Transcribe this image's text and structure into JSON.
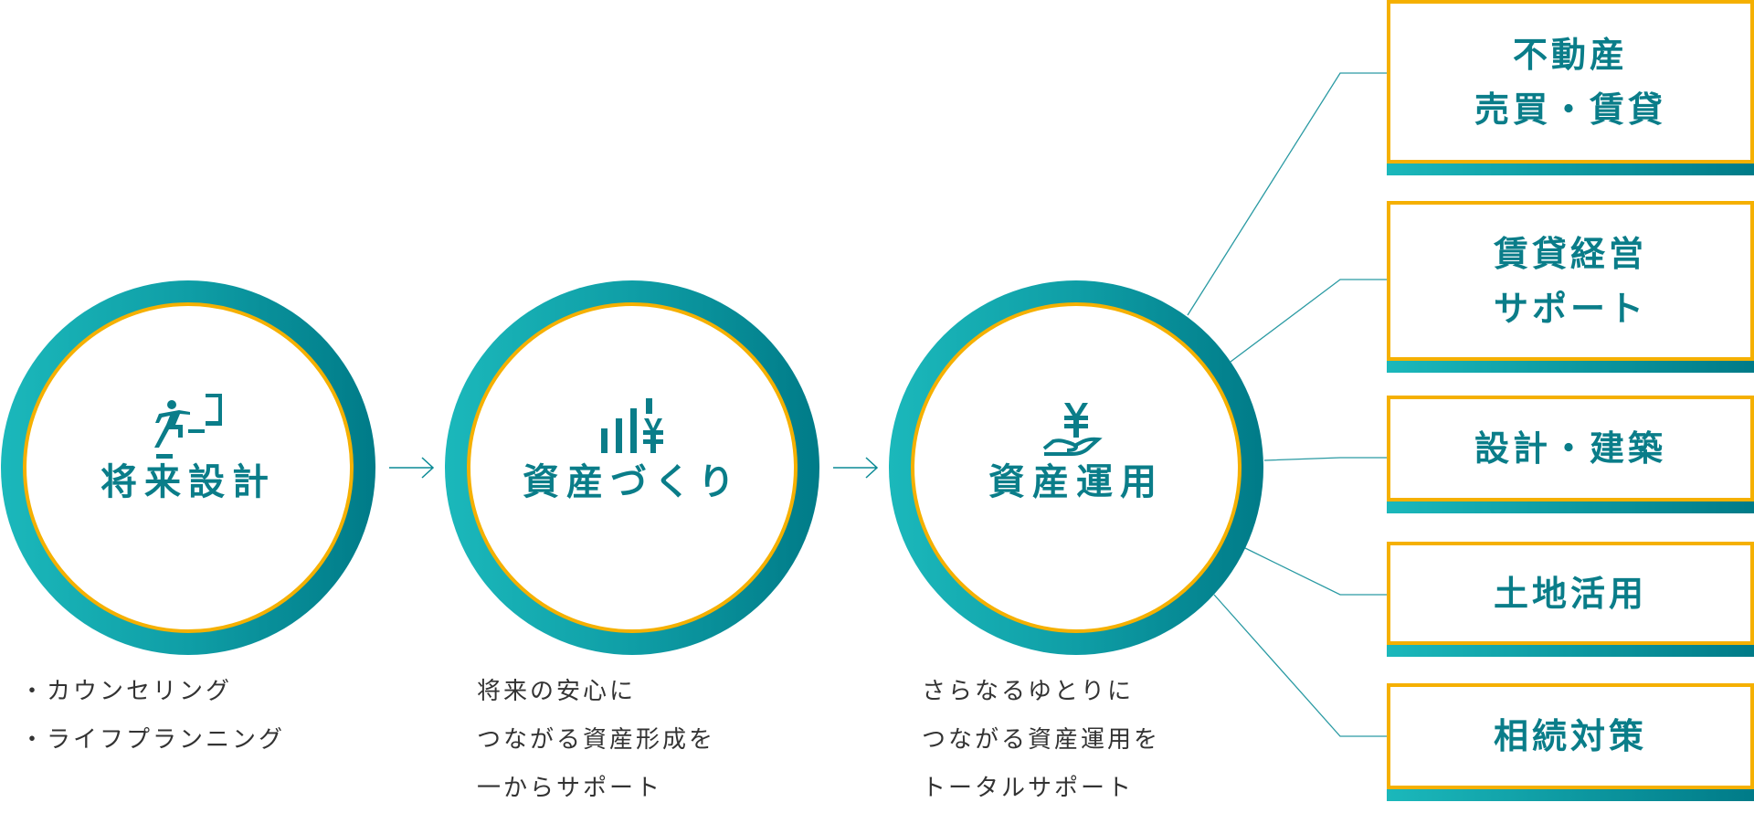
{
  "steps": [
    {
      "label": "将来設計",
      "icon": "stairs-climbing-icon",
      "desc": [
        "・カウンセリング",
        "・ライフプランニング"
      ]
    },
    {
      "label": "資産づくり",
      "icon": "bar-chart-yen-icon",
      "desc": [
        "将来の安心に",
        "つながる資産形成を",
        "一からサポート"
      ]
    },
    {
      "label": "資産運用",
      "icon": "hand-yen-icon",
      "desc": [
        "さらなるゆとりに",
        "つながる資産運用を",
        "トータルサポート"
      ]
    }
  ],
  "services": [
    {
      "label": "不動産\n売買・賃貸"
    },
    {
      "label": "賃貸経営\nサポート"
    },
    {
      "label": "設計・建築"
    },
    {
      "label": "土地活用"
    },
    {
      "label": "相続対策"
    }
  ],
  "colors": {
    "teal_light": "#1bb8bb",
    "teal_dark": "#007b88",
    "gold": "#f5b000",
    "text_teal": "#0a7d89"
  }
}
